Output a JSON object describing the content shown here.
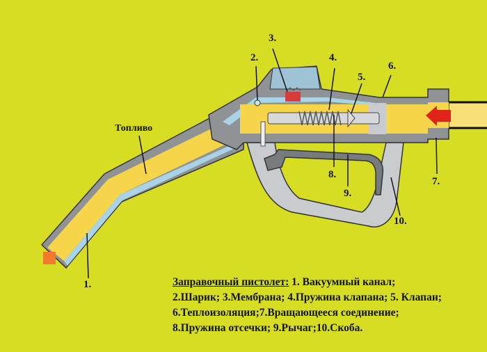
{
  "labels": {
    "fuel": "Топливо",
    "n1": "1.",
    "n2": "2.",
    "n3": "3.",
    "n4": "4.",
    "n5": "5.",
    "n6": "6.",
    "n7": "7.",
    "n8": "8.",
    "n9": "9.",
    "n10": "10."
  },
  "legend": {
    "title": "Заправочный пистолет:",
    "line1": " 1. Вакуумный канал;",
    "line2": "2.Шарик; 3.Мембрана; 4.Пружина клапана; 5. Клапан;",
    "line3": "6.Теплоизоляция;7.Вращающееся соединение;",
    "line4": "8.Пружина отсечки; 9.Рычаг;10.Скоба."
  },
  "colors": {
    "background": "#d7dd22",
    "fuel": "#f7d54a",
    "body": "#8f9396",
    "arrow": "#e0241b"
  }
}
